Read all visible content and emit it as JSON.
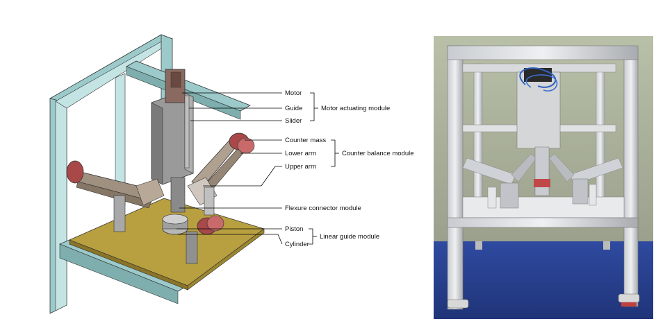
{
  "diagram": {
    "parts": [
      {
        "id": "motor",
        "label": "Motor"
      },
      {
        "id": "guide",
        "label": "Guide"
      },
      {
        "id": "slider",
        "label": "Slider"
      },
      {
        "id": "counter-mass",
        "label": "Counter mass"
      },
      {
        "id": "lower-arm",
        "label": "Lower arm"
      },
      {
        "id": "upper-arm",
        "label": "Upper arm"
      },
      {
        "id": "flexure",
        "label": "Flexure connector module"
      },
      {
        "id": "piston",
        "label": "Piston"
      },
      {
        "id": "cylinder",
        "label": "Cylinder"
      }
    ],
    "groups": [
      {
        "id": "motor-actuating",
        "label": "Motor actuating module"
      },
      {
        "id": "counter-balance",
        "label": "Counter balance module"
      },
      {
        "id": "linear-guide",
        "label": "Linear guide module"
      }
    ]
  },
  "colors": {
    "frame": "#a8d4d4",
    "frame_dark": "#7aa8a8",
    "base": "#b8a040",
    "base_dark": "#8a7428",
    "mass": "#a84848",
    "metal": "#a0a0a0",
    "motor": "#8a6a60"
  }
}
